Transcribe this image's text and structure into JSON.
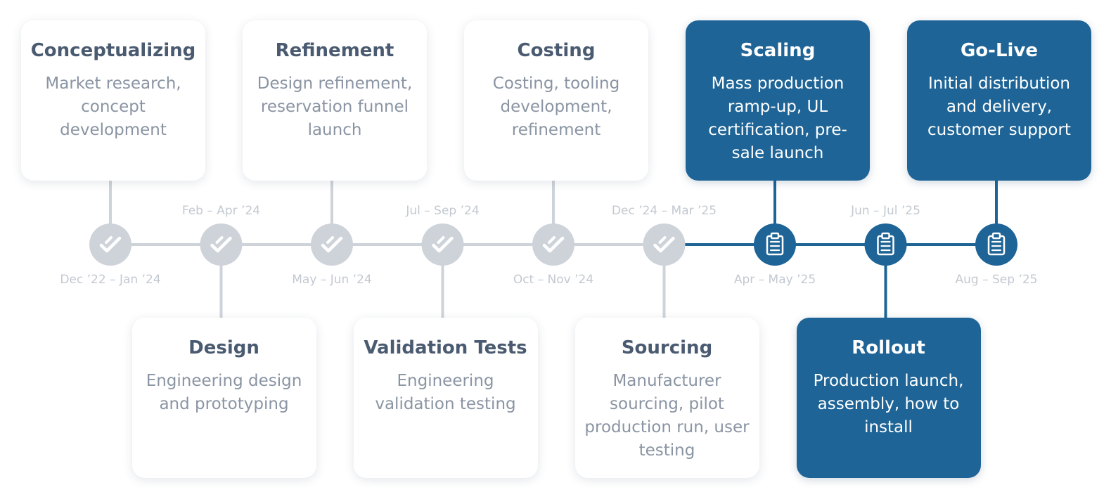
{
  "colors": {
    "done": "#ced3da",
    "active": "#1e6496",
    "connector_done": "#ced3da",
    "connector_active": "#1e6496",
    "card_text_title": "#4a5a70",
    "card_text_desc": "#8a94a3",
    "date_text": "#c3c9d1"
  },
  "milestones": [
    {
      "title": "Conceptualizing",
      "description": "Market research, concept development",
      "date": "Dec ’22 – Jan ’24",
      "status": "done",
      "icon": "check-icon"
    },
    {
      "title": "Design",
      "description": "Engineering design and prototyping",
      "date": "Feb – Apr ’24",
      "status": "done",
      "icon": "check-icon"
    },
    {
      "title": "Refinement",
      "description": "Design refinement, reservation funnel launch",
      "date": "May – Jun ’24",
      "status": "done",
      "icon": "check-icon"
    },
    {
      "title": "Validation Tests",
      "description": "Engineering validation testing",
      "date": "Jul – Sep ’24",
      "status": "done",
      "icon": "check-icon"
    },
    {
      "title": "Costing",
      "description": "Costing, tooling development, refinement",
      "date": "Oct – Nov ’24",
      "status": "done",
      "icon": "check-icon"
    },
    {
      "title": "Sourcing",
      "description": "Manufacturer sourcing, pilot production run, user testing",
      "date": "Dec ’24 – Mar ’25",
      "status": "done",
      "icon": "check-icon"
    },
    {
      "title": "Scaling",
      "description": "Mass production ramp-up, UL certification, pre-sale launch",
      "date": "Apr – May ’25",
      "status": "active",
      "icon": "clipboard-icon"
    },
    {
      "title": "Rollout",
      "description": "Production launch, assembly, how to install",
      "date": "Jun – Jul ’25",
      "status": "active",
      "icon": "clipboard-icon"
    },
    {
      "title": "Go-Live",
      "description": "Initial distribution and delivery, customer support",
      "date": "Aug – Sep ’25",
      "status": "active",
      "icon": "clipboard-icon"
    }
  ]
}
